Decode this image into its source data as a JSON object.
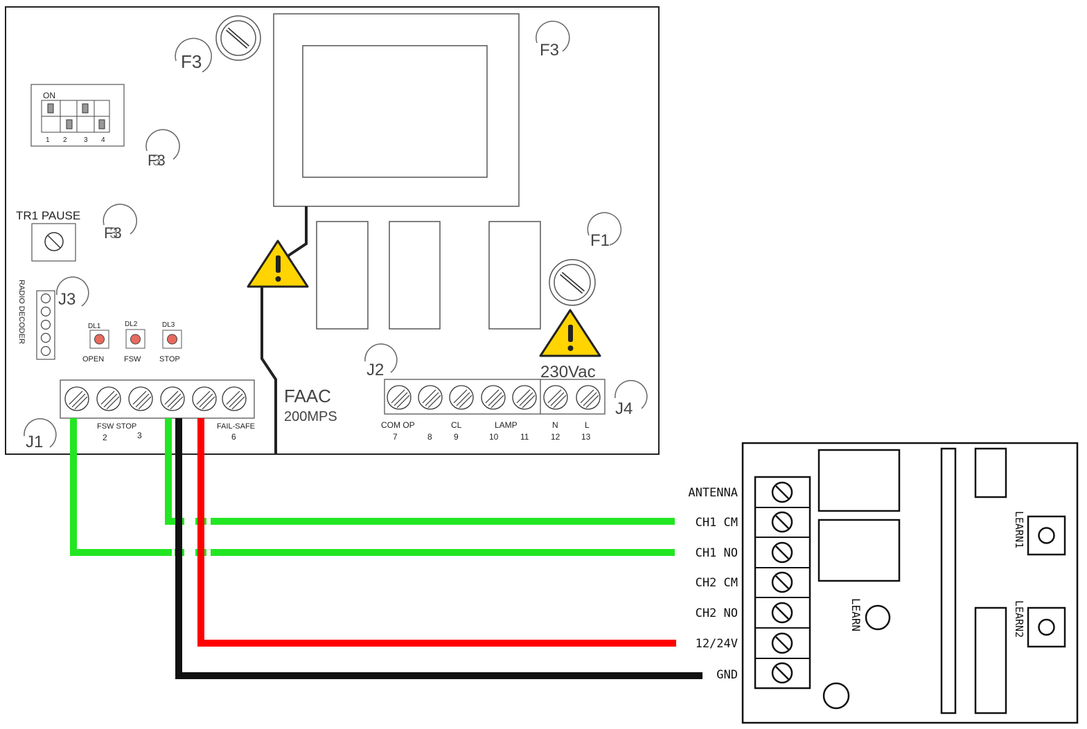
{
  "controller": {
    "brand": "FAAC",
    "model": "200MPS",
    "dip_label": "ON",
    "dip_numbers": [
      "1",
      "2",
      "3",
      "4"
    ],
    "pause_label": "TR1 PAUSE",
    "radio_label": "RADIO DECODER",
    "voltage_label": "230Vac",
    "fuse_labels": {
      "f3_left": "F3",
      "f3_right": "F3",
      "f1": "F1"
    },
    "overlap_labels": {
      "a": "F3",
      "b": "F3"
    },
    "connector_labels": {
      "j1": "J1",
      "j2": "J2",
      "j3": "J3",
      "j4": "J4"
    },
    "leds": [
      {
        "id": "DL1",
        "name": "OPEN"
      },
      {
        "id": "DL2",
        "name": "FSW"
      },
      {
        "id": "DL3",
        "name": "STOP"
      }
    ],
    "j1_terminals": {
      "fsw_stop": "FSW STOP",
      "n2": "2",
      "n3": "3",
      "failsafe": "FAIL-SAFE",
      "n6": "6"
    },
    "j2_terminals": [
      {
        "name": "COM OP",
        "nums": [
          "7",
          "8"
        ]
      },
      {
        "name": "CL",
        "nums": [
          "9"
        ]
      },
      {
        "name": "LAMP",
        "nums": [
          "10",
          "11"
        ]
      }
    ],
    "j4_terminals": [
      {
        "name": "N",
        "num": "12"
      },
      {
        "name": "L",
        "num": "13"
      }
    ]
  },
  "receiver": {
    "terminals": [
      "ANTENNA",
      "CH1 CM",
      "CH1 NO",
      "CH2 CM",
      "CH2 NO",
      "12/24V",
      "GND"
    ],
    "learn_label": "LEARN",
    "learn1_label": "LEARN1",
    "learn2_label": "LEARN2"
  },
  "wires": [
    {
      "terminal": "CH1 CM",
      "color": "#22e622"
    },
    {
      "terminal": "CH1 NO",
      "color": "#22e622"
    },
    {
      "terminal": "12/24V",
      "color": "#ff0000"
    },
    {
      "terminal": "GND",
      "color": "#111111"
    }
  ],
  "colors": {
    "warning": "#ffd400",
    "led": "#e86a5e",
    "outline": "#333333"
  }
}
